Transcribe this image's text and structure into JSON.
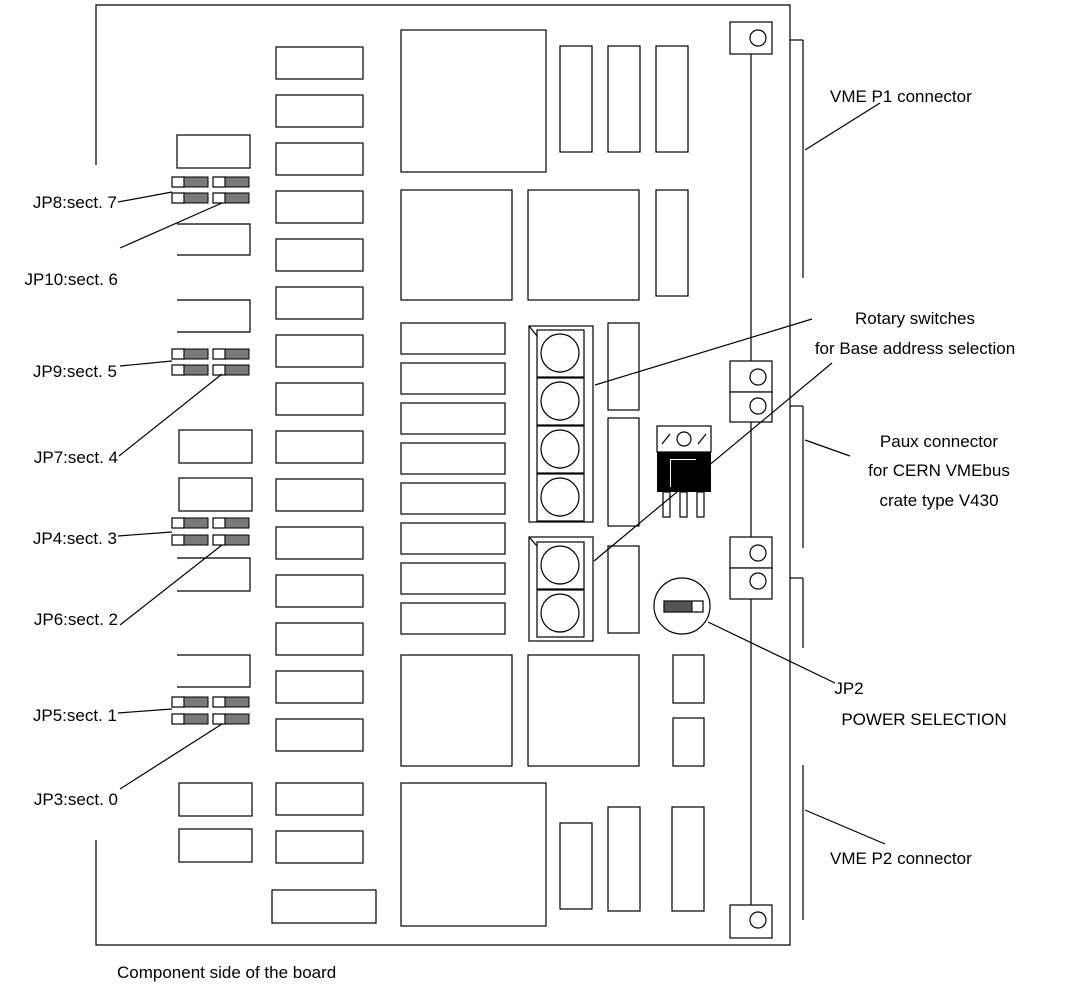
{
  "labels": {
    "vme_p1": "VME P1 connector",
    "rotary_line1": "Rotary switches",
    "rotary_line2": "for Base address selection",
    "paux_line1": "Paux connector",
    "paux_line2": "for CERN VMEbus",
    "paux_line3": "crate type V430",
    "jp2_line1": "JP2",
    "jp2_line2": "POWER SELECTION",
    "vme_p2": "VME P2 connector",
    "caption": "Component side of the board"
  },
  "jumpers": [
    {
      "id": "jp8",
      "label": "JP8:sect. 7"
    },
    {
      "id": "jp10",
      "label": "JP10:sect. 6"
    },
    {
      "id": "jp9",
      "label": "JP9:sect. 5"
    },
    {
      "id": "jp7",
      "label": "JP7:sect. 4"
    },
    {
      "id": "jp4",
      "label": "JP4:sect. 3"
    },
    {
      "id": "jp6",
      "label": "JP6:sect. 2"
    },
    {
      "id": "jp5",
      "label": "JP5:sect. 1"
    },
    {
      "id": "jp3",
      "label": "JP3:sect. 0"
    }
  ],
  "colors": {
    "jumper_fill": "#7a7a7a",
    "regulator_fill": "#000000",
    "line": "#000000"
  }
}
